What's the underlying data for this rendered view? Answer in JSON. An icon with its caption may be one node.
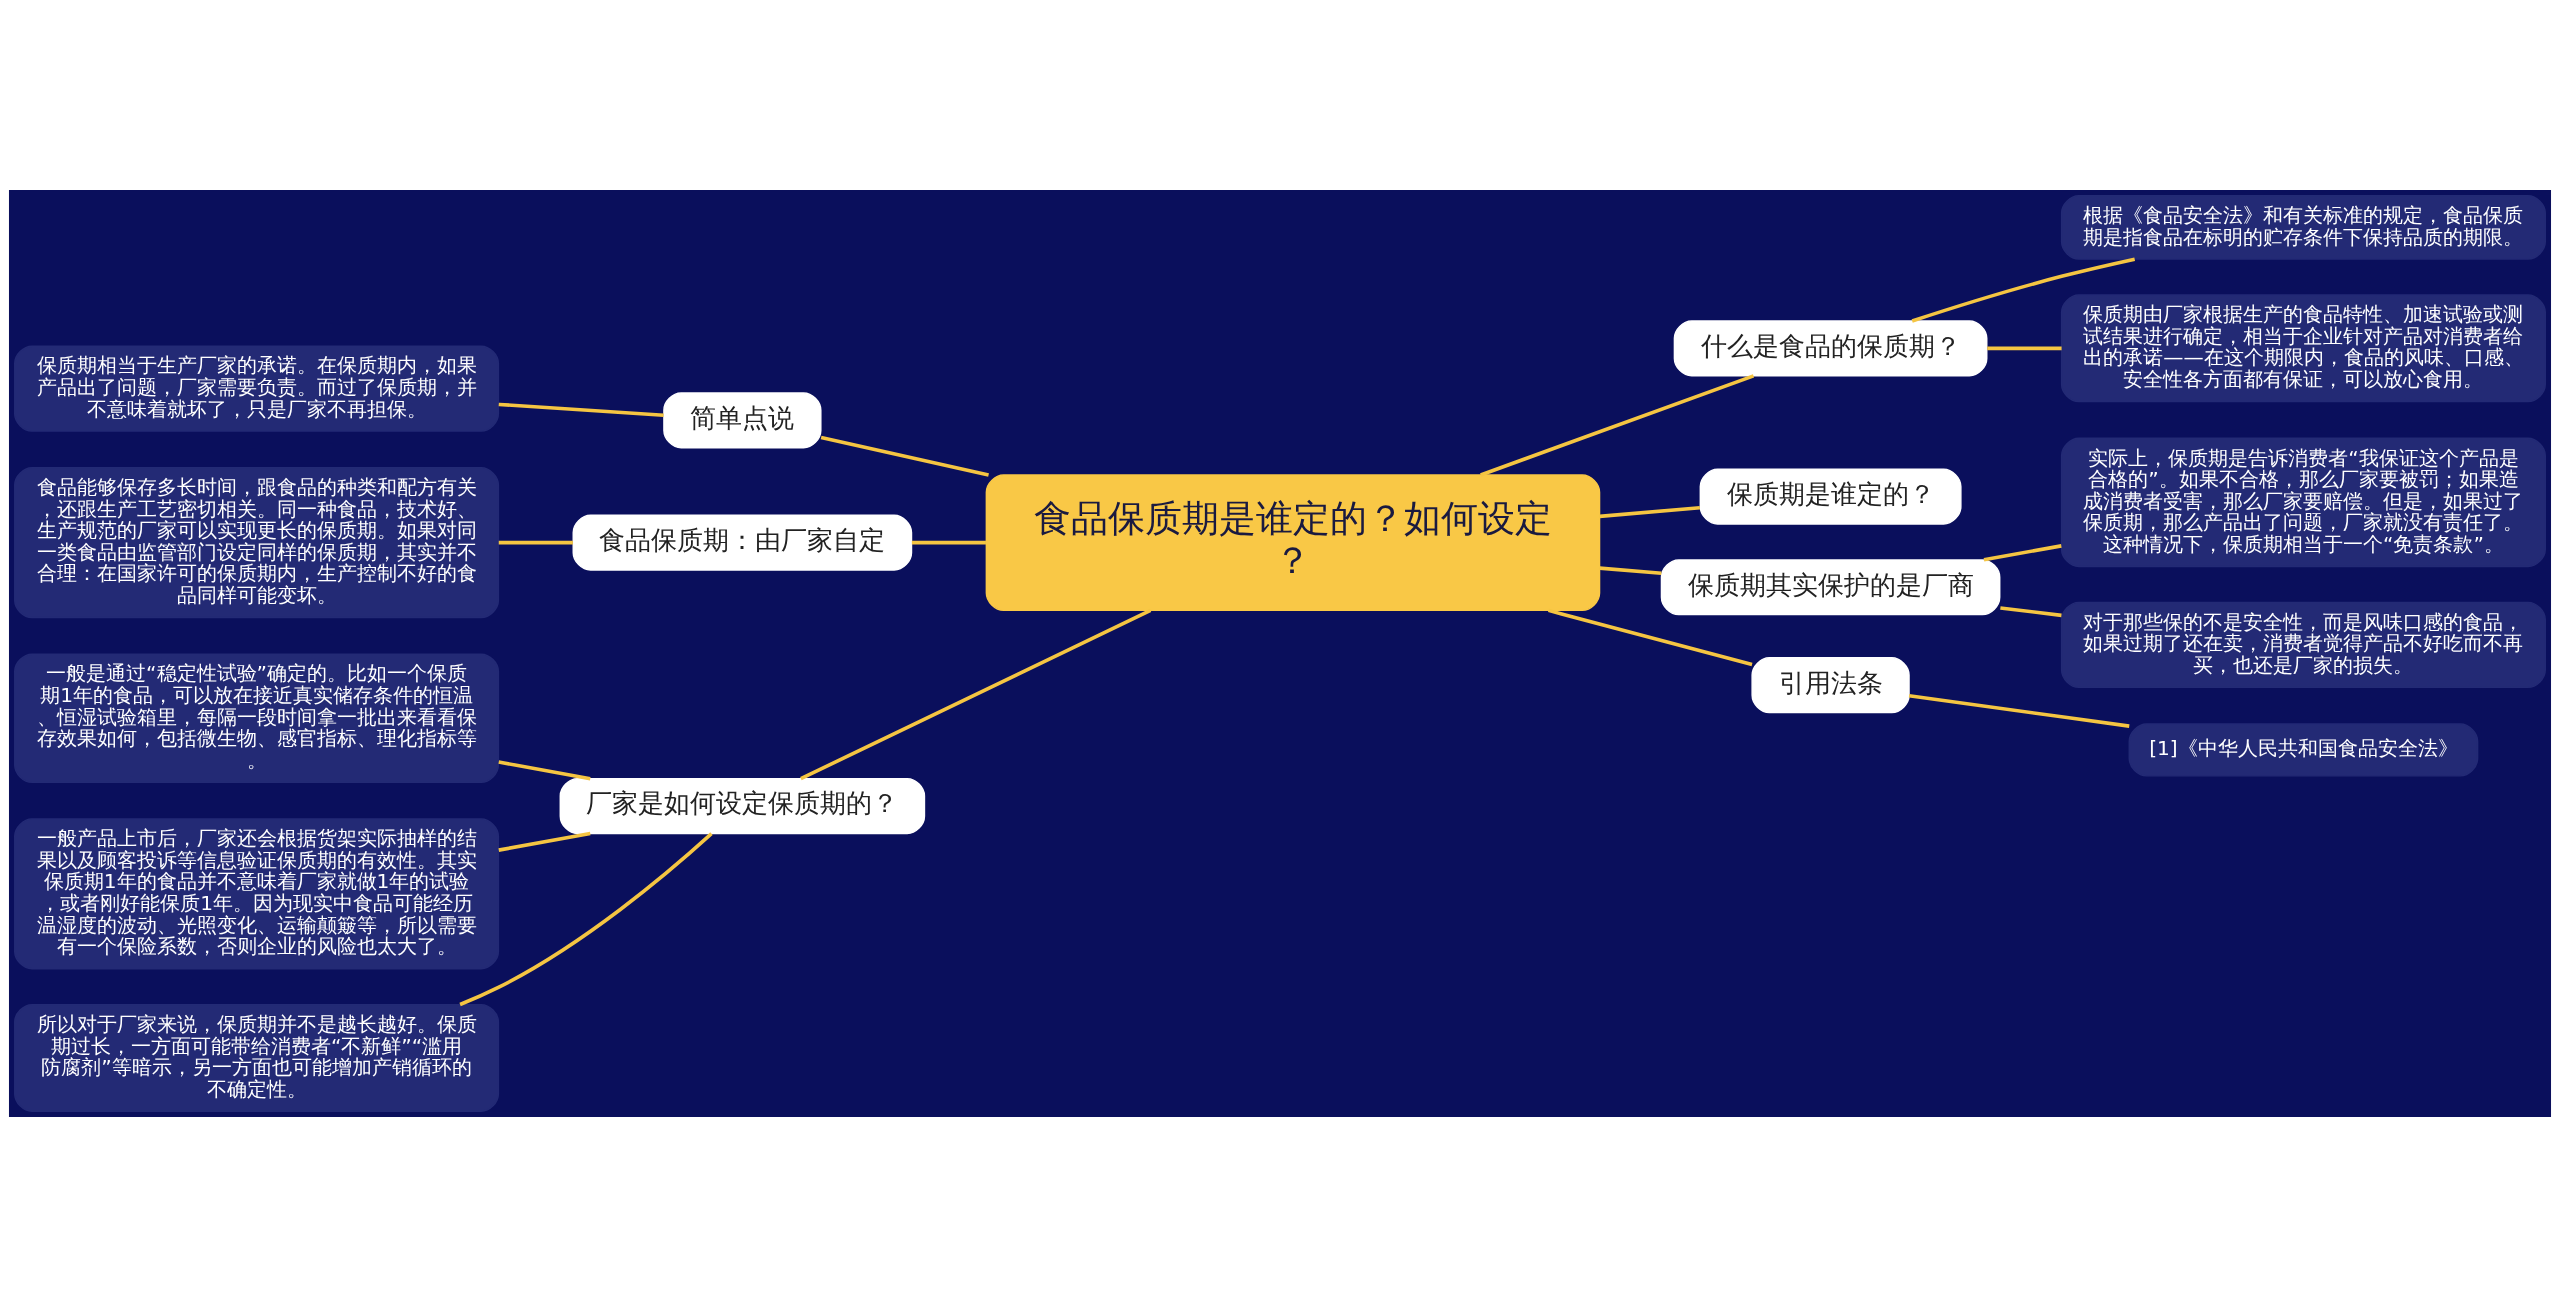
{
  "diagram": {
    "nodes": [
      {
        "text": [
          "食品保质期是谁定的？如何设定？"
        ]
      },
      {
        "text": [
          "什么是食品的保质期？"
        ]
      },
      {
        "text": [
          "根据《食品安全法》和有关标准的规定，食品保质期是指食品在标明的贮存条件下保持品质的期限。"
        ]
      },
      {
        "text": [
          "保质期由厂家根据生产的食品特性、加速试验或测试结果进行确定，相当于企业针对产品对消费者给出的承诺——在这个期限内，食品的风味、口感、安全性各方面都有保证，可以放心食用。"
        ]
      },
      {
        "text": [
          "保质期是谁定的？"
        ]
      },
      {
        "text": [
          "保质期其实保护的是厂商"
        ]
      },
      {
        "text": [
          "实际上，保质期是告诉消费者“我保证这个产品是合格的”。如果不合格，那么厂家要被罚；如果造成消费者受害，那么厂家要赔偿。但是，如果过了保质期，那么产品出了问题，厂家就没有责任了。这种情况下，保质期相当于一个“免责条款”。"
        ]
      },
      {
        "text": [
          "对于那些保的不是安全性，而是风味口感的食品，如果过期了还在卖，消费者觉得产品不好吃而不再买，也还是厂家的损失。"
        ]
      },
      {
        "text": [
          "引用法条"
        ]
      },
      {
        "text": [
          "[1]《中华人民共和国食品安全法》"
        ]
      },
      {
        "text": [
          "简单点说"
        ]
      },
      {
        "text": [
          "保质期相当于生产厂家的承诺。在保质期内，如果产品出了问题，厂家需要负责。而过了保质期，并不意味着就坏了，只是厂家不再担保。"
        ]
      },
      {
        "text": [
          "食品保质期：由厂家自定"
        ]
      },
      {
        "text": [
          "食品能够保存多长时间，跟食品的种类和配方有关，还跟生产工艺密切相关。同一种食品，技术好、生产规范的厂家可以实现更长的保质期。如果对同一类食品由监管部门设定同样的保质期，其实并不合理：在国家许可的保质期内，生产控制不好的食品同样可能变坏。"
        ]
      },
      {
        "text": [
          "厂家是如何设定保质期的？"
        ]
      },
      {
        "text": [
          "一般是通过“稳定性试验”确定的。比如一个保质期1年的食品，可以放在接近真实储存条件的恒温、恒湿试验箱里，每隔一段时间拿一批出来看看保存效果如何，包括微生物、感官指标、理化指标等。"
        ]
      },
      {
        "text": [
          "一般产品上市后，厂家还会根据货架实际抽样的结果以及顾客投诉等信息验证保质期的有效性。其实保质期1年的食品并不意味着厂家就做1年的试验，或者刚好能保质1年。因为现实中食品可能经历温湿度的波动、光照变化、运输颠簸等，所以需要有一个保险系数，否则企业的风险也太大了。"
        ]
      },
      {
        "text": [
          "所以对于厂家来说，保质期并不是越长越好。保质期过长，一方面可能带给消费者“不新鲜”“滥用防腐剂”等暗示，另一方面也可能增加产销循环的不确定性。"
        ]
      }
    ],
    "edges": [
      {
        "from": 0,
        "to": 1,
        "arrow": "none"
      },
      {
        "from": 1,
        "to": 2,
        "arrow": "none"
      },
      {
        "from": 1,
        "to": 3,
        "arrow": "none"
      },
      {
        "from": 0,
        "to": 4,
        "arrow": "none"
      },
      {
        "from": 0,
        "to": 5,
        "arrow": "none"
      },
      {
        "from": 5,
        "to": 6,
        "arrow": "none"
      },
      {
        "from": 5,
        "to": 7,
        "arrow": "none"
      },
      {
        "from": 0,
        "to": 8,
        "arrow": "none"
      },
      {
        "from": 8,
        "to": 9,
        "arrow": "none"
      },
      {
        "from": 0,
        "to": 10,
        "arrow": "none"
      },
      {
        "from": 10,
        "to": 11,
        "arrow": "none"
      },
      {
        "from": 0,
        "to": 12,
        "arrow": "none"
      },
      {
        "from": 12,
        "to": 13,
        "arrow": "none"
      },
      {
        "from": 0,
        "to": 14,
        "arrow": "none"
      },
      {
        "from": 14,
        "to": 15,
        "arrow": "none"
      },
      {
        "from": 14,
        "to": 16,
        "arrow": "none"
      },
      {
        "from": 14,
        "to": 17,
        "arrow": "none"
      }
    ]
  }
}
